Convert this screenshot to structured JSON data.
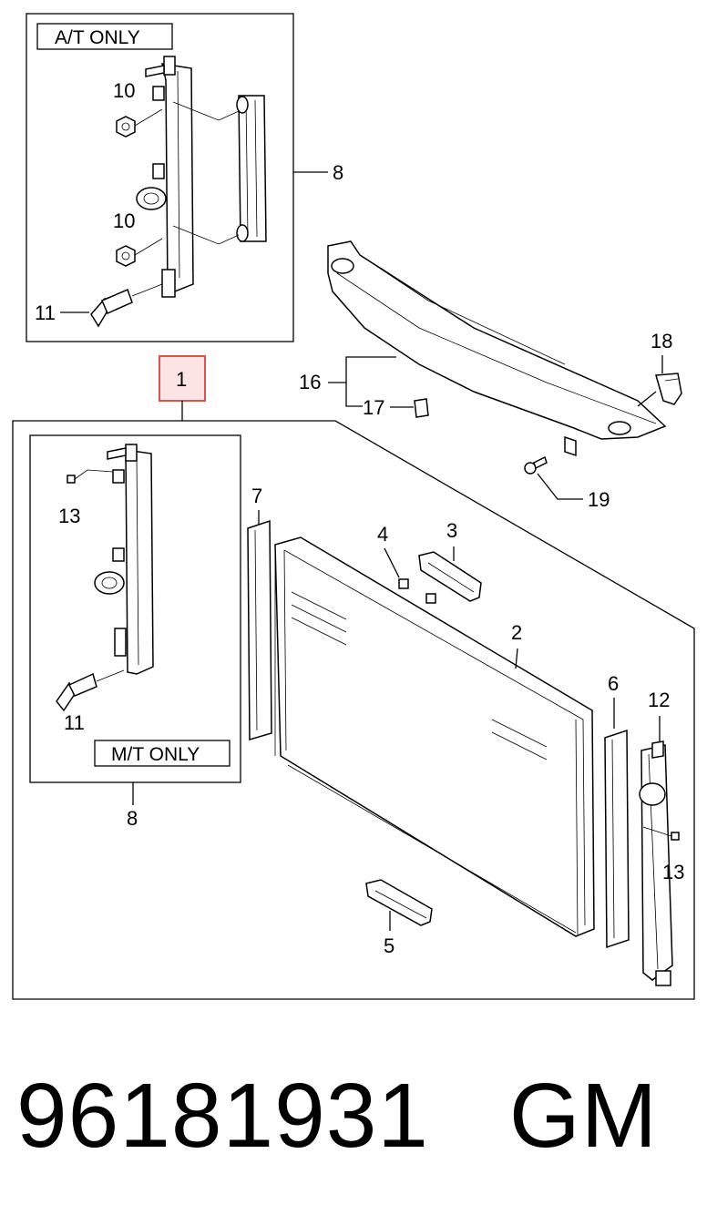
{
  "diagram": {
    "boxes": {
      "at_only": "A/T  ONLY",
      "mt_only": "M/T  ONLY"
    },
    "highlight_color": "#d9534f",
    "highlight_fill": "#fde4e4",
    "labels": {
      "l1": "1",
      "l2": "2",
      "l3": "3",
      "l4": "4",
      "l5": "5",
      "l6": "6",
      "l7": "7",
      "l8_top": "8",
      "l8_bottom": "8",
      "l10_a": "10",
      "l10_b": "10",
      "l11_top": "11",
      "l11_bottom": "11",
      "l12": "12",
      "l13_left": "13",
      "l13_right": "13",
      "l16": "16",
      "l17": "17",
      "l18": "18",
      "l19": "19"
    }
  },
  "footer": {
    "part_number": "96181931",
    "brand": "GM"
  }
}
